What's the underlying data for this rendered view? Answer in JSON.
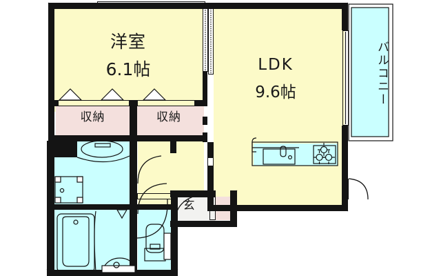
{
  "plan": {
    "type": "japanese-apartment-floor-plan",
    "colors": {
      "room_fill": "#fcfac8",
      "water_fill": "#caffff",
      "closet_fill": "#f4e0dd",
      "entrance_fill": "#f2f2f0",
      "balcony_fill": "#caffff",
      "wall": "#141414",
      "background": "#ffffff",
      "text": "#1a1a1a"
    },
    "rooms": [
      {
        "id": "washitsu",
        "name": "洋室",
        "area": "6.1帖",
        "fill": "room"
      },
      {
        "id": "ldk",
        "name": "LDK",
        "area": "9.6帖",
        "fill": "room"
      },
      {
        "id": "closet_left",
        "name": "収納",
        "fill": "closet"
      },
      {
        "id": "closet_right",
        "name": "収納",
        "fill": "closet"
      },
      {
        "id": "genkan",
        "name": "玄",
        "fill": "entrance"
      },
      {
        "id": "balcony",
        "name": "バルコニー",
        "fill": "balcony"
      }
    ],
    "fixtures": [
      {
        "id": "kitchen-sink",
        "name": "sink"
      },
      {
        "id": "kitchen-stove",
        "name": "gas-stove-2-burner"
      },
      {
        "id": "bathtub",
        "name": "bathtub"
      },
      {
        "id": "toilet",
        "name": "toilet"
      },
      {
        "id": "vanity",
        "name": "washbasin-vanity"
      },
      {
        "id": "washer-pan",
        "name": "washing-machine-pan"
      },
      {
        "id": "shoe-box",
        "name": "shoe-cabinet"
      }
    ]
  },
  "labels": {
    "washitsu_name": "洋室",
    "washitsu_area": "6.1帖",
    "ldk_name": "LDK",
    "ldk_area": "9.6帖",
    "closet_left": "収納",
    "closet_right": "収納",
    "genkan": "玄",
    "balcony": "バルコニー"
  }
}
